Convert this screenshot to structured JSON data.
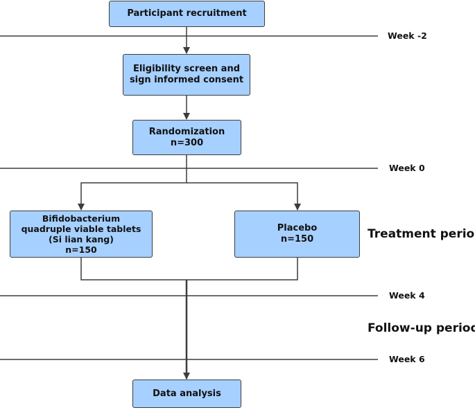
{
  "boxes": {
    "recruitment": "Participant recruitment",
    "eligibility": [
      "Eligibility screen and",
      "sign informed consent"
    ],
    "randomization": [
      "Randomization",
      "n=300"
    ],
    "bifido": [
      "Bifidobacterium",
      "quadruple viable tablets",
      "(Si lian kang)",
      "n=150"
    ],
    "placebo": [
      "Placebo",
      "n=150"
    ],
    "analysis": "Data analysis"
  },
  "weeks": {
    "w_minus2": "Week -2",
    "w0": "Week 0",
    "w4": "Week 4",
    "w6": "Week 6"
  },
  "periods": {
    "treatment": "Treatment period",
    "followup": "Follow-up period"
  },
  "colors": {
    "box_fill": "#a6d0ff",
    "line": "#3c3c3c"
  }
}
